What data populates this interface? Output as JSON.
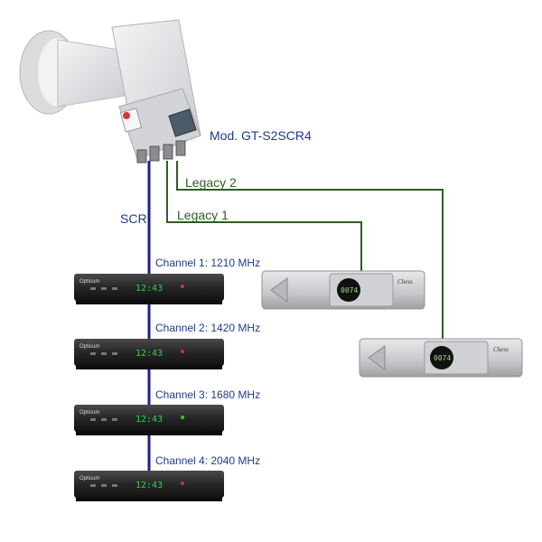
{
  "diagram": {
    "model_label": "Mod. GT-S2SCR4",
    "scr_label": "SCR",
    "legacy": [
      {
        "label": "Legacy 2"
      },
      {
        "label": "Legacy 1"
      }
    ],
    "channels": [
      {
        "label": "Channel 1: 1210 MHz"
      },
      {
        "label": "Channel 2: 1420 MHz"
      },
      {
        "label": "Channel 3: 1680 MHz"
      },
      {
        "label": "Channel 4: 2040 MHz"
      }
    ],
    "receivers": [
      {
        "brand": "Opticum",
        "display": "12:43"
      },
      {
        "brand": "Opticum",
        "display": "12:43"
      },
      {
        "brand": "Opticum",
        "display": "12:43"
      },
      {
        "brand": "Opticum",
        "display": "12:43"
      }
    ],
    "legacy_receivers": [
      {
        "brand": "Chess",
        "display": "0074"
      },
      {
        "brand": "Chess",
        "display": "0074"
      }
    ],
    "colors": {
      "scr_cable": "#1f1f8a",
      "legacy_cable": "#2e5e22",
      "receiver_body": "#2a2a2a",
      "legacy_body": "#c9cacc",
      "lnb_body": "#e9e9ec"
    }
  }
}
